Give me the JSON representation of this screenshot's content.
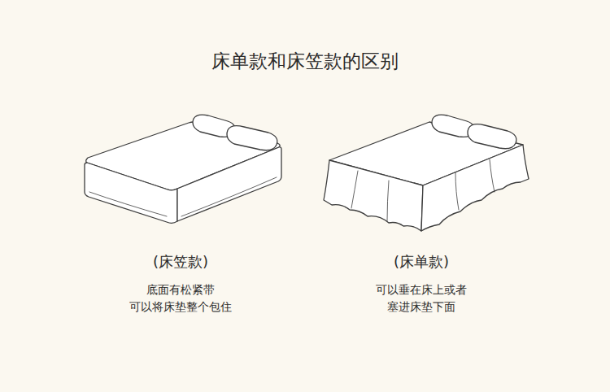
{
  "diagram": {
    "title": "床单款和床笠款的区别",
    "labels": [
      "(床笠款)",
      "底面有松紧带 可以将床垫整个包住",
      "(床单款)",
      "可以垂在床上或者 塞进床垫下面"
    ]
  }
}
